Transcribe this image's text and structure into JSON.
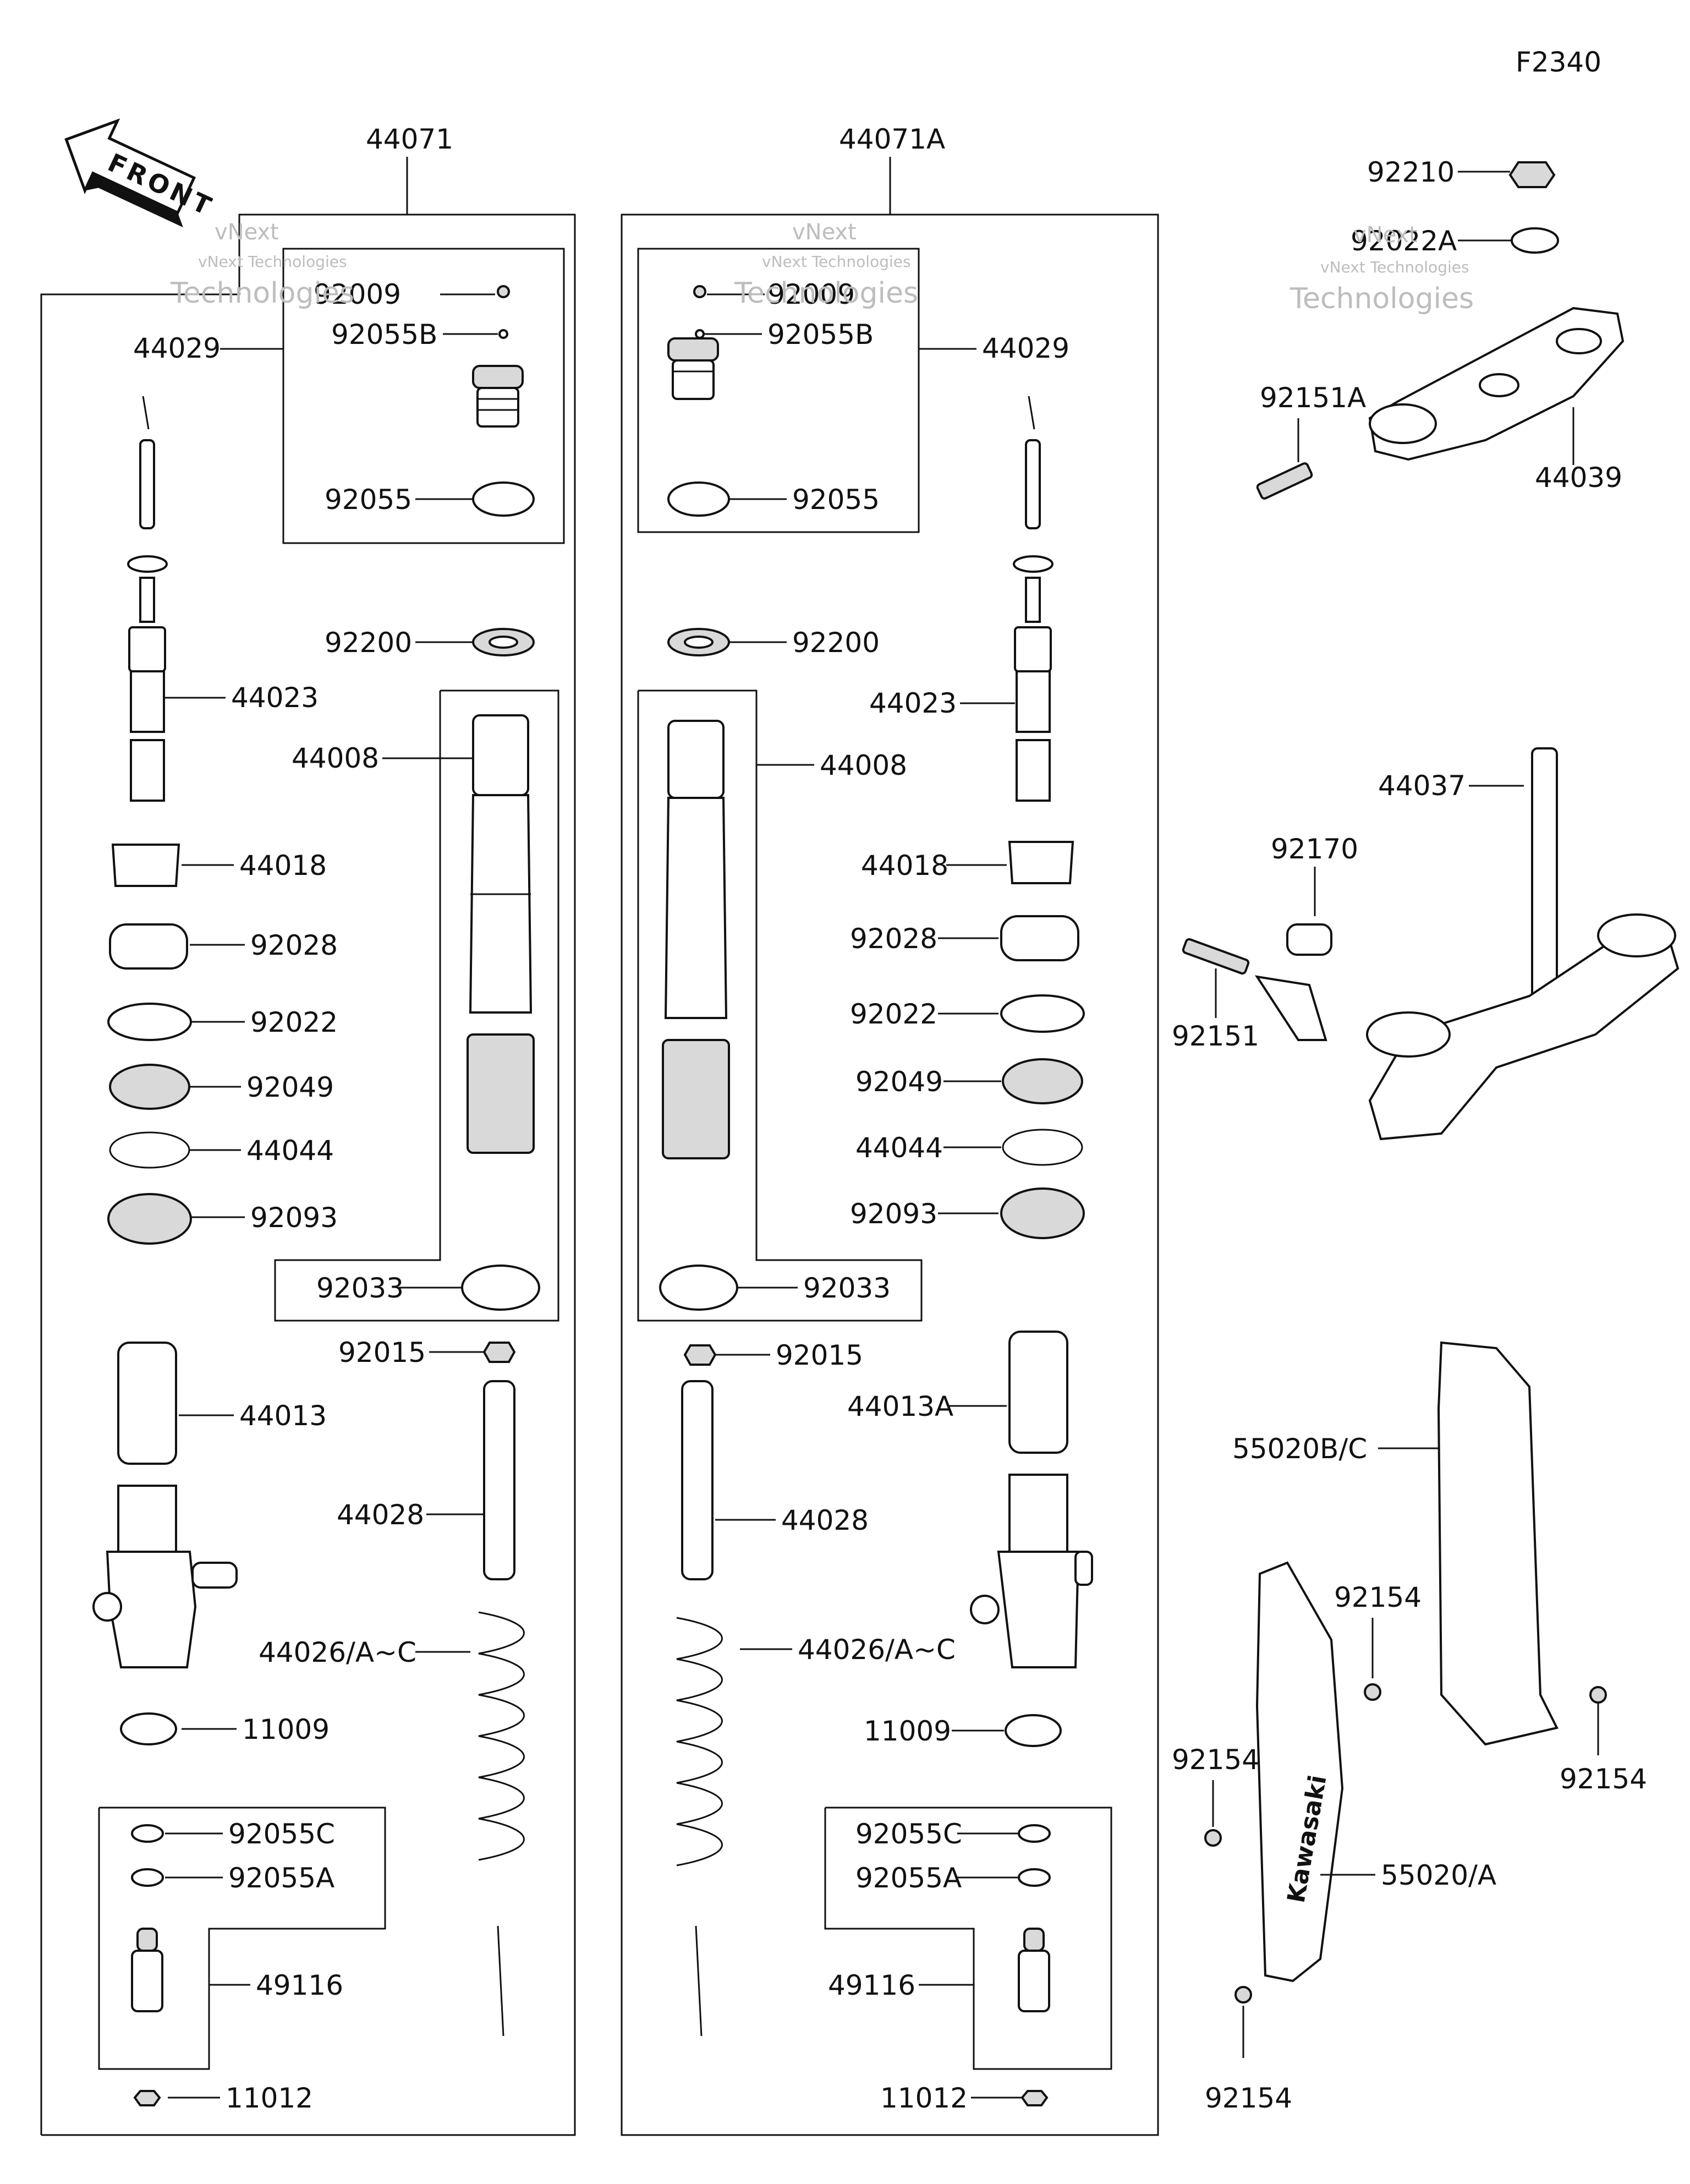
{
  "figure_code": "F2340",
  "front_arrow_label": "FRONT",
  "assemblies": [
    {
      "part_no": "44071",
      "side": "left"
    },
    {
      "part_no": "44071A",
      "side": "right"
    }
  ],
  "left_fork_labels": {
    "l44029": "44029",
    "l92009": "92009",
    "l92055B": "92055B",
    "l92055": "92055",
    "l92200": "92200",
    "l44023": "44023",
    "l44008": "44008",
    "l44018": "44018",
    "l92028": "92028",
    "l92022": "92022",
    "l92049": "92049",
    "l44044": "44044",
    "l92093": "92093",
    "l92033": "92033",
    "l92015": "92015",
    "l44013": "44013",
    "l44028": "44028",
    "l44026": "44026/A~C",
    "l11009": "11009",
    "l92055C": "92055C",
    "l92055A": "92055A",
    "l49116": "49116",
    "l11012": "11012"
  },
  "right_fork_labels": {
    "l44029": "44029",
    "l92009": "92009",
    "l92055B": "92055B",
    "l92055": "92055",
    "l92200": "92200",
    "l44023": "44023",
    "l44008": "44008",
    "l44018": "44018",
    "l92028": "92028",
    "l92022": "92022",
    "l92049": "92049",
    "l44044": "44044",
    "l92093": "92093",
    "l92033": "92033",
    "l92015": "92015",
    "l44013": "44013A",
    "l44028": "44028",
    "l44026": "44026/A~C",
    "l11009": "11009",
    "l92055C": "92055C",
    "l92055A": "92055A",
    "l49116": "49116",
    "l11012": "11012"
  },
  "upper_clamp_labels": {
    "l92210": "92210",
    "l92022A": "92022A",
    "l92151A": "92151A",
    "l44039": "44039"
  },
  "lower_clamp_labels": {
    "l44037": "44037",
    "l92170": "92170",
    "l92151": "92151"
  },
  "guard_labels": {
    "l55020BC": "55020B/C",
    "l92154a": "92154",
    "l92154b": "92154",
    "l92154c": "92154",
    "l92154d": "92154",
    "l55020A": "55020/A"
  },
  "guard_brand_text": "Kawasaki",
  "watermark": {
    "line1": "vNext",
    "line2": "vNext Technologies",
    "line3": "Technologies"
  }
}
